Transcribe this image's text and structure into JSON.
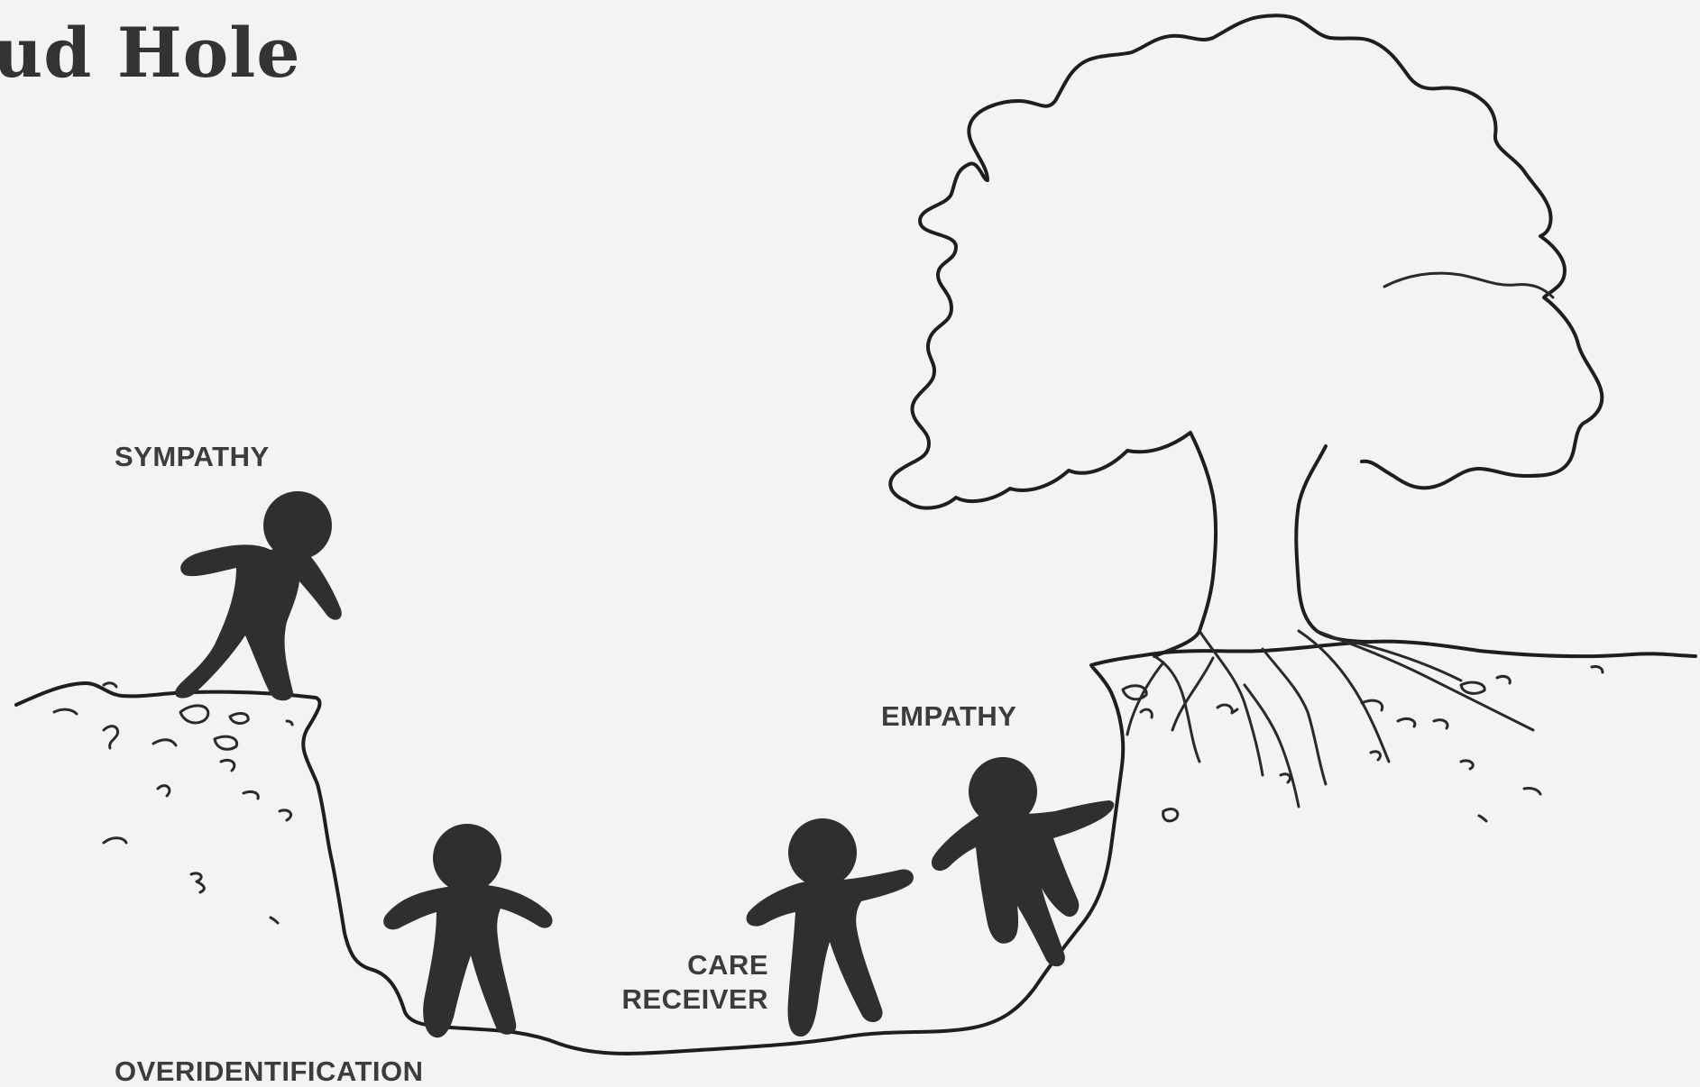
{
  "title": "ud Hole",
  "labels": {
    "sympathy": "SYMPATHY",
    "empathy": "EMPATHY",
    "care_line1": "CARE",
    "care_line2": "RECEIVER",
    "overidentification": "OVERIDENTIFICATION"
  },
  "figures": [
    "sympathy-person",
    "overidentification-person",
    "care-receiver-person",
    "empathy-person"
  ],
  "colors": {
    "background": "#f3f3f1",
    "ink": "#1e1e1e",
    "figure": "#2f2f2f",
    "label": "#3c3c3c"
  }
}
